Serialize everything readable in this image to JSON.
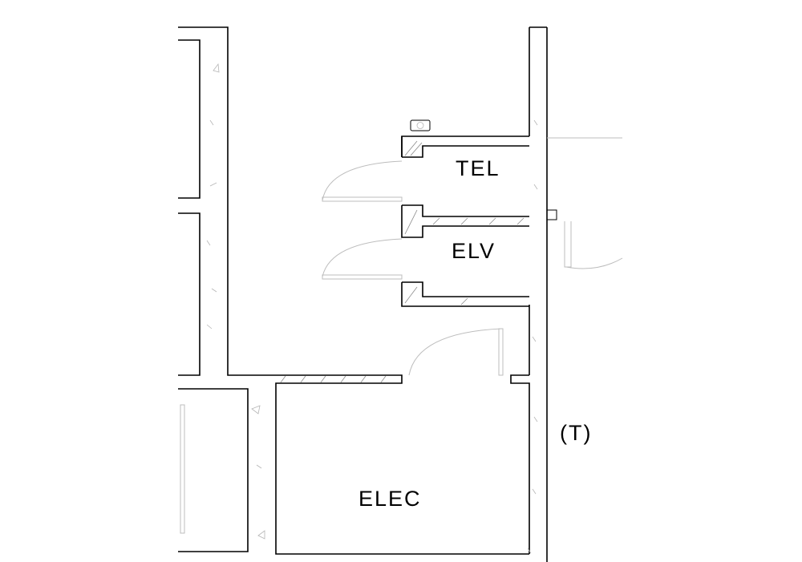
{
  "plan": {
    "rooms": [
      {
        "id": "tel",
        "label": "TEL"
      },
      {
        "id": "elv",
        "label": "ELV"
      },
      {
        "id": "elec",
        "label": "ELEC"
      }
    ],
    "edge_label": "(T)",
    "colors": {
      "wall": "#000000",
      "light_line": "#bdbdbd",
      "background": "#ffffff"
    }
  }
}
